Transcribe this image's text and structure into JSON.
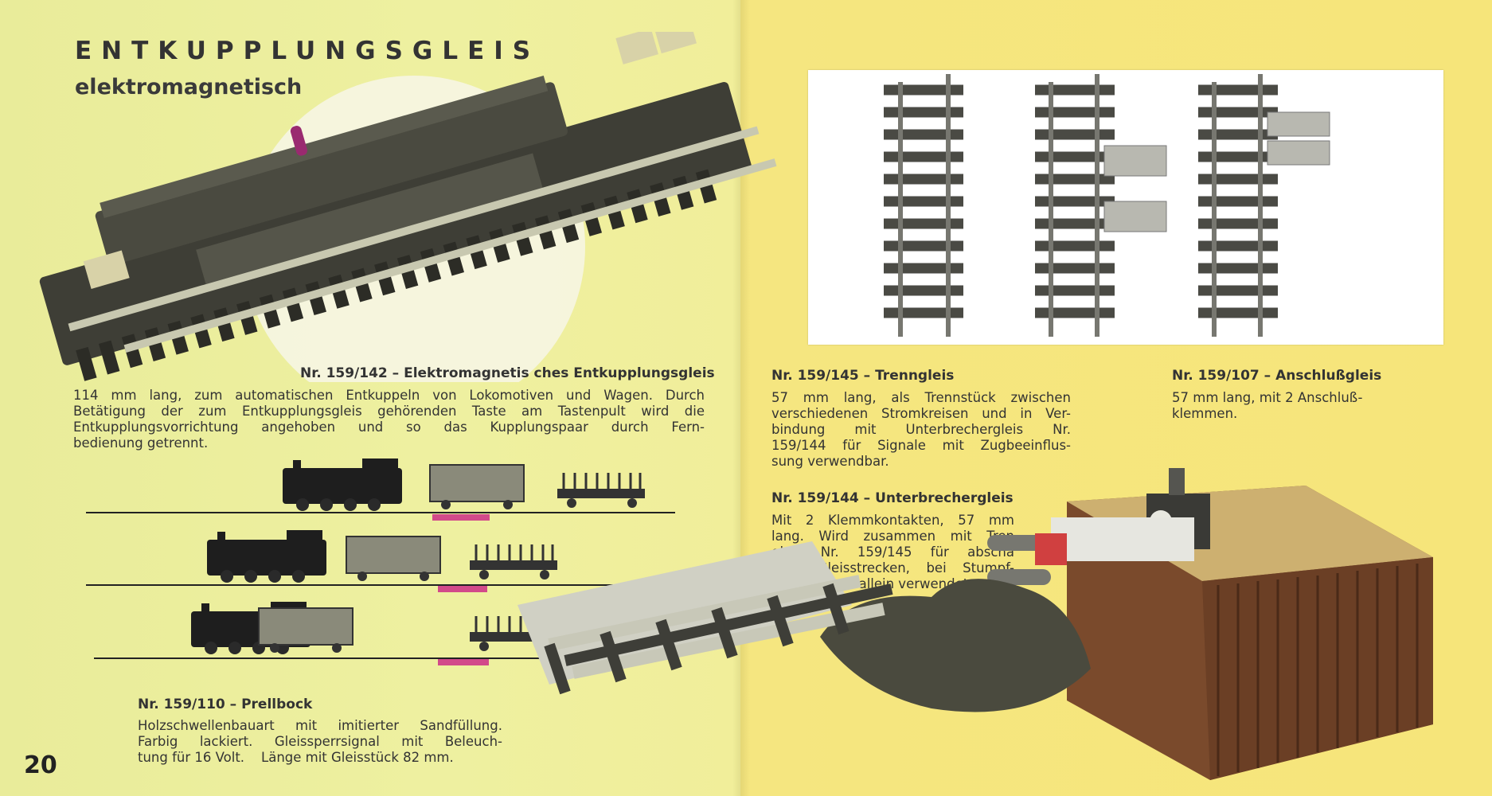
{
  "title": "ENTKUPPLUNGSGLEIS",
  "subtitle": "elektromagnetisch",
  "page_number": "20",
  "entkupplung": {
    "heading": "Nr. 159/142 – Elektromagnetis ches Entkupplungsgleis",
    "lines": [
      "114 mm lang, zum automatischen Entkuppeln von Lokomotiven und Wagen. Durch",
      "Betätigung der zum Entkupplungsgleis gehörenden Taste am Tastenpult wird die",
      "Entkupplungsvorrichtung angehoben und so das Kupplungspaar durch Fern-",
      "bedienung getrennt."
    ]
  },
  "trenngleis": {
    "heading": "Nr. 159/145 – Trenngleis",
    "lines": [
      "57 mm lang, als Trennstück zwischen",
      "verschiedenen Stromkreisen und in Ver-",
      "bindung mit Unterbrechergleis Nr.",
      "159/144 für Signale mit Zugbeeinflus-",
      "sung verwendbar."
    ]
  },
  "anschluss": {
    "heading": "Nr. 159/107 – Anschlußgleis",
    "lines": [
      "57 mm lang, mit 2 Anschluß-",
      "klemmen."
    ]
  },
  "unterbrecher": {
    "heading": "Nr. 159/144 – Unterbrechergleis",
    "lines": [
      "Mit 2 Klemmkontakten, 57 mm",
      "lang. Wird zusammen mit Tren",
      "gleis Nr. 159/145 für abscha",
      "bare Gleisstrecken, bei Stumpf-",
      "gleisen auch allein verwendet."
    ]
  },
  "prellbock": {
    "heading": "Nr. 159/110 – Prellbock",
    "lines": [
      "Holzschwellenbauart mit imitierter Sandfüllung.",
      "Farbig lackiert. Gleissperrsignal mit Beleuch-",
      "tung für 16 Volt.    Länge mit Gleisstück 82 mm."
    ]
  },
  "colors": {
    "left_page": "#eef0a0",
    "right_page": "#f6e57a",
    "magnet_marker": "#d24a8a",
    "track_dark": "#3a3a34",
    "rail_silver": "#c8c8b8",
    "wood_brown": "#7a4a2c"
  }
}
